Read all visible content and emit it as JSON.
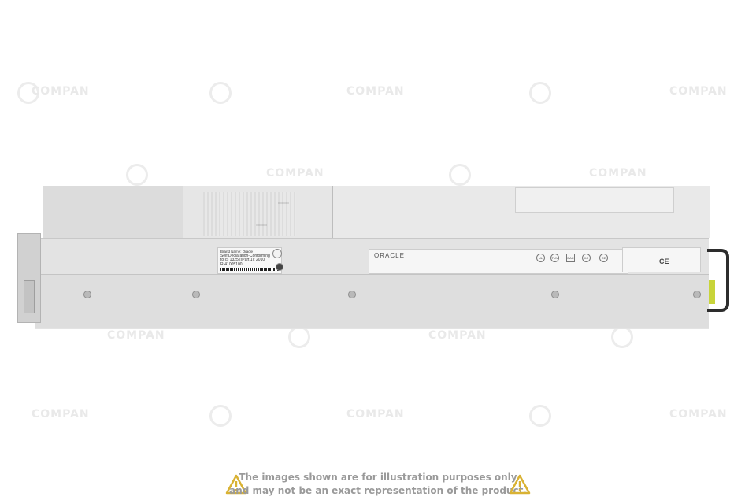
{
  "watermark": {
    "text": "COMPAN"
  },
  "server": {
    "left_label": {
      "line1": "Brand Name: Oracle",
      "line2": "Self Declaration-Conforming",
      "line3": "to IS 13252(Part 1): 2010",
      "line4": "R-41005100"
    },
    "oracle_label": {
      "brand": "ORACLE",
      "cert_marks": [
        "UL",
        "TUV",
        "EAC",
        "KC",
        "CE"
      ]
    },
    "right_label": {
      "mark": "CE"
    }
  },
  "disclaimer": {
    "line1": "The images shown are for illustration purposes only",
    "line2": "and may not be an exact representation of the product."
  },
  "colors": {
    "warning": "#d9b233",
    "text": "#9a9a9a",
    "chassis": "#e3e3e3"
  }
}
